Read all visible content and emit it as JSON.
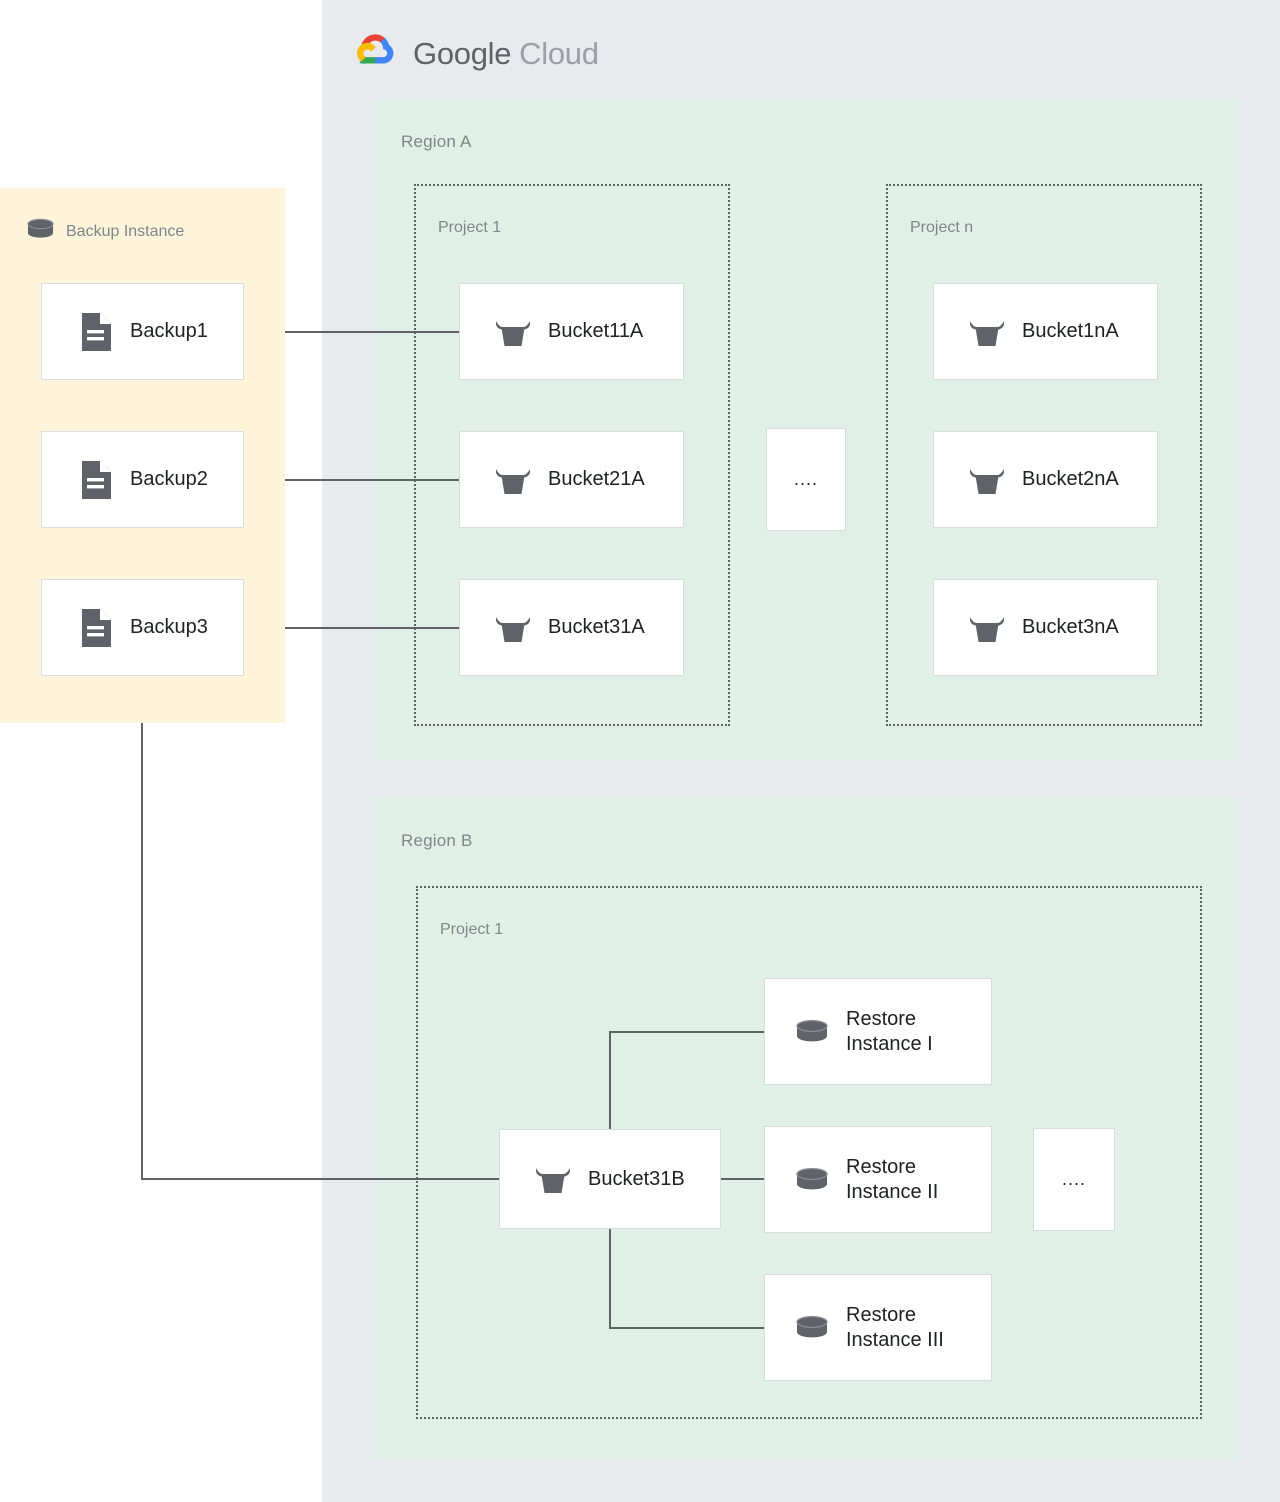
{
  "brand": {
    "logo_icon": "google-cloud-logo-icon",
    "name_primary": "Google",
    "name_secondary": "Cloud",
    "colors": {
      "red": "#ea4335",
      "yellow": "#fbbc04",
      "green": "#34a853",
      "blue": "#4285f4",
      "panel_gray": "#e8eaed",
      "region_green": "#e0f0e6",
      "backup_yellow": "#fdf4da",
      "line_gray": "#5f6368",
      "label_gray": "#80868b",
      "text_dark": "#202124",
      "box_border": "#dadce0"
    }
  },
  "backup_panel": {
    "title": "Backup Instance",
    "icon": "database-cylinder-icon",
    "items": [
      {
        "label": "Backup1",
        "icon": "document-icon"
      },
      {
        "label": "Backup2",
        "icon": "document-icon"
      },
      {
        "label": "Backup3",
        "icon": "document-icon"
      }
    ]
  },
  "regions": [
    {
      "label": "Region A",
      "projects": [
        {
          "label": "Project 1",
          "nodes": [
            {
              "label": "Bucket11A",
              "icon": "storage-bucket-icon"
            },
            {
              "label": "Bucket21A",
              "icon": "storage-bucket-icon"
            },
            {
              "label": "Bucket31A",
              "icon": "storage-bucket-icon"
            }
          ]
        },
        {
          "label": "Project n",
          "nodes": [
            {
              "label": "Bucket1nA",
              "icon": "storage-bucket-icon"
            },
            {
              "label": "Bucket2nA",
              "icon": "storage-bucket-icon"
            },
            {
              "label": "Bucket3nA",
              "icon": "storage-bucket-icon"
            }
          ]
        }
      ],
      "ellipsis": "...."
    },
    {
      "label": "Region B",
      "projects": [
        {
          "label": "Project 1",
          "bucket": {
            "label": "Bucket31B",
            "icon": "storage-bucket-icon"
          },
          "restore_instances": [
            {
              "label": "Restore\nInstance I",
              "icon": "database-cylinder-icon"
            },
            {
              "label": "Restore\nInstance II",
              "icon": "database-cylinder-icon"
            },
            {
              "label": "Restore\nInstance III",
              "icon": "database-cylinder-icon"
            }
          ]
        }
      ],
      "ellipsis": "...."
    }
  ]
}
